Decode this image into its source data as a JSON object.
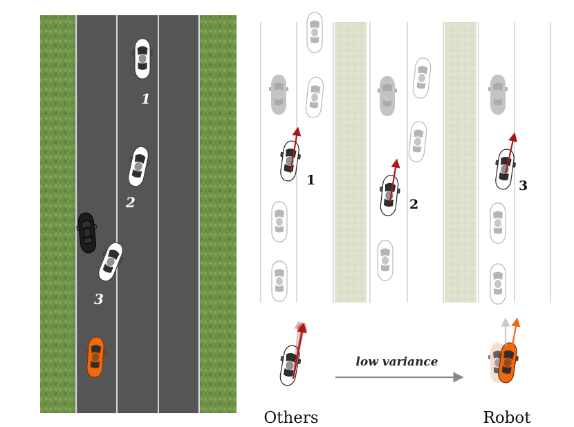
{
  "left_road_labels": [
    "1",
    "2",
    "3"
  ],
  "right_lane_labels": [
    "1",
    "2",
    "3"
  ],
  "arrow_label": "low variance",
  "caption_left": "Others",
  "caption_right": "Robot",
  "colors": {
    "grass": "#6f9447",
    "road": "#555555",
    "robot_car": "#ee6a10",
    "dark_car": "#1c1c1c",
    "heading_arrow": "#a81818",
    "lane_fill": "#dfe3cf"
  }
}
